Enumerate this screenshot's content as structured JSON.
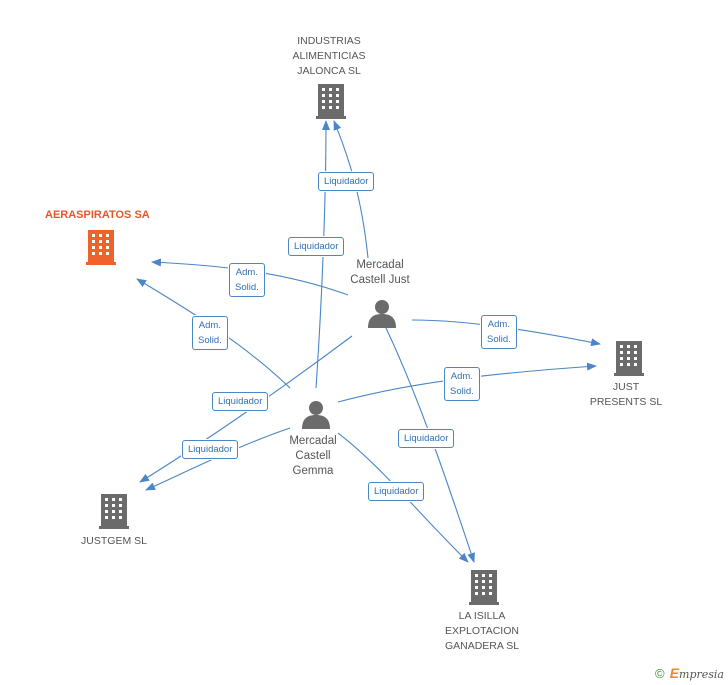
{
  "companies": {
    "industrias": "INDUSTRIAS\nALIMENTICIAS\nJALONCA SL",
    "aeraspiratos": "AERASPIRATOS SA",
    "just_presents": "JUST\nPRESENTS SL",
    "justgem": "JUSTGEM SL",
    "la_isilla": "LA ISILLA\nEXPLOTACION\nGANADERA SL"
  },
  "people": {
    "just": "Mercadal\nCastell Just",
    "gemma": "Mercadal\nCastell\nGemma"
  },
  "relations": {
    "liquidador": "Liquidador",
    "adm_solid": "Adm.\nSolid."
  },
  "colors": {
    "edge": "#4a86c8",
    "building": "#6b6b6b",
    "focus_building": "#f0622d",
    "person": "#6b6b6b"
  },
  "footer": {
    "copyright": "©",
    "brand_initial": "E",
    "brand_rest": "mpresia"
  }
}
